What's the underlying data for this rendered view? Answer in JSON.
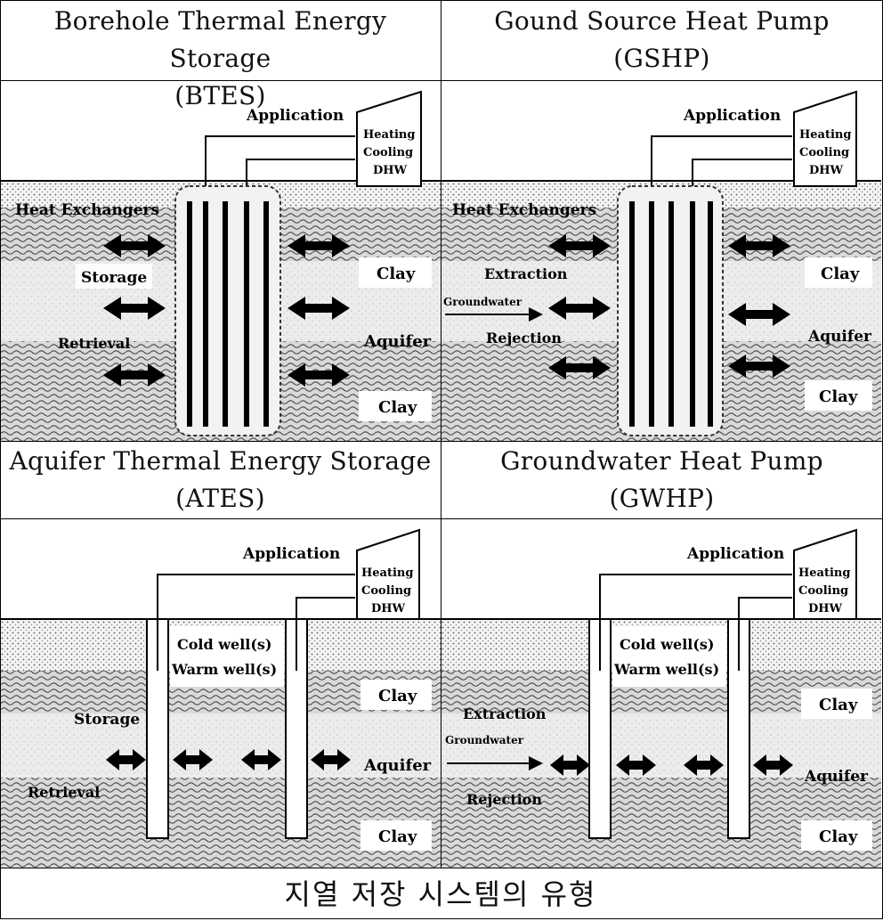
{
  "captions": {
    "top_left": {
      "line1": "Borehole Thermal Energy Storage",
      "line2": "(BTES)"
    },
    "top_right": {
      "line1": "Gound Source Heat Pump",
      "line2": "(GSHP)"
    },
    "bottom_left": {
      "line1": "Aquifer Thermal Energy Storage",
      "line2": "(ATES)"
    },
    "bottom_right": {
      "line1": "Groundwater Heat Pump",
      "line2": "(GWHP)"
    }
  },
  "panels": {
    "btes": {
      "application": "Application",
      "box": [
        "Heating",
        "Cooling",
        "DHW"
      ],
      "heat_exchangers": "Heat Exchangers",
      "storage": "Storage",
      "retrieval": "Retrieval",
      "clay_top": "Clay",
      "aquifer": "Aquifer",
      "clay_bottom": "Clay"
    },
    "gshp": {
      "application": "Application",
      "box": [
        "Heating",
        "Cooling",
        "DHW"
      ],
      "heat_exchangers": "Heat Exchangers",
      "extraction": "Extraction",
      "groundwater": "Groundwater",
      "rejection": "Rejection",
      "clay_top": "Clay",
      "aquifer": "Aquifer",
      "clay_bottom": "Clay"
    },
    "ates": {
      "application": "Application",
      "box": [
        "Heating",
        "Cooling",
        "DHW"
      ],
      "cold_well": "Cold well(s)",
      "warm_well": "Warm well(s)",
      "storage": "Storage",
      "retrieval": "Retrieval",
      "clay_top": "Clay",
      "aquifer": "Aquifer",
      "clay_bottom": "Clay"
    },
    "gwhp": {
      "application": "Application",
      "box": [
        "Heating",
        "Cooling",
        "DHW"
      ],
      "cold_well": "Cold well(s)",
      "warm_well": "Warm well(s)",
      "extraction": "Extraction",
      "groundwater": "Groundwater",
      "rejection": "Rejection",
      "clay_top": "Clay",
      "aquifer": "Aquifer",
      "clay_bottom": "Clay"
    }
  },
  "footer": "지열 저장 시스템의 유형"
}
